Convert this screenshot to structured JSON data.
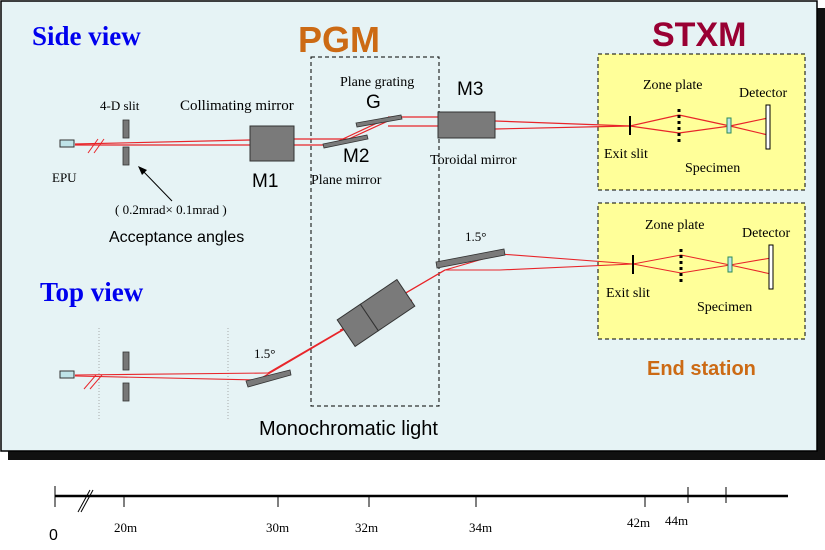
{
  "colors": {
    "panel_bg": "#e6f3f5",
    "end_station_bg": "#ffff99",
    "beam": "#e8252a",
    "optic_gray": "#7a7a7a",
    "view_title": "#0000ee",
    "pgm_title": "#cc6a14",
    "stxm_title": "#990033",
    "end_station_title": "#cc6a14"
  },
  "titles": {
    "side_view": "Side view",
    "top_view": "Top view",
    "pgm": "PGM",
    "stxm": "STXM",
    "end_station": "End station"
  },
  "side_view": {
    "epu": "EPU",
    "slit": "4-D slit",
    "collimating_mirror": "Collimating mirror",
    "m1": "M1",
    "plane_grating": "Plane grating",
    "g": "G",
    "m2": "M2",
    "plane_mirror": "Plane mirror",
    "m3": "M3",
    "toroidal_mirror": "Toroidal mirror",
    "acceptance_value": "( 0.2mrad×  0.1mrad )",
    "acceptance_label": "Acceptance angles"
  },
  "stxm_box": {
    "zone_plate": "Zone plate",
    "detector": "Detector",
    "exit_slit": "Exit slit",
    "specimen": "Specimen"
  },
  "end_station_box": {
    "zone_plate": "Zone plate",
    "detector": "Detector",
    "exit_slit": "Exit slit",
    "specimen": "Specimen"
  },
  "top_view": {
    "angle_1": "1.5°",
    "angle_2": "1.5°",
    "monochromatic": "Monochromatic light"
  },
  "scale": {
    "labels": [
      "0",
      "20m",
      "30m",
      "32m",
      "34m",
      "42m",
      "44m"
    ]
  }
}
